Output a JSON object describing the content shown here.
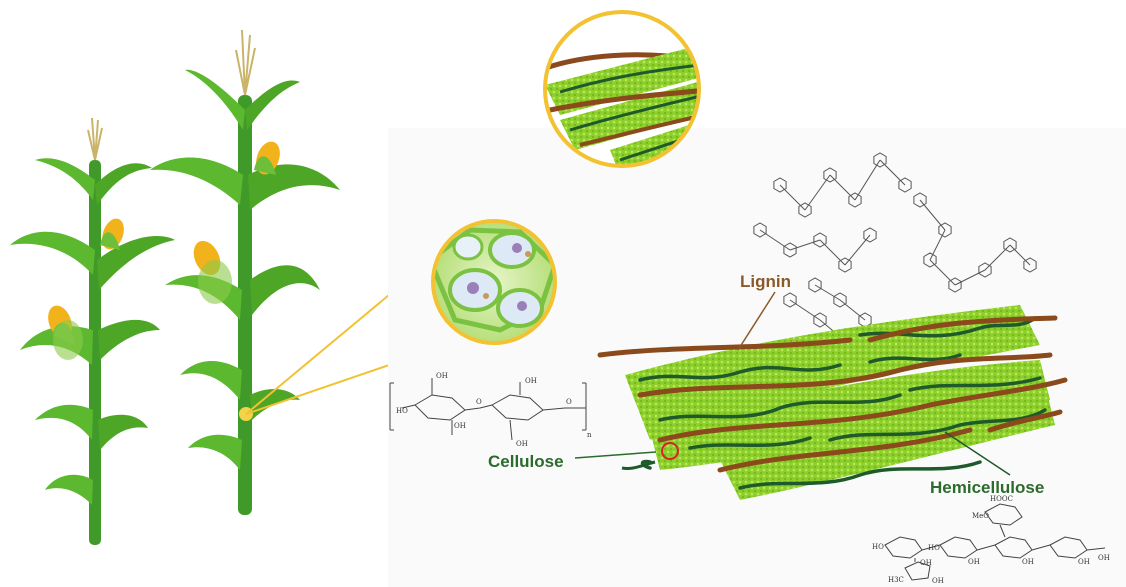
{
  "labels": {
    "lignin": "Lignin",
    "cellulose": "Cellulose",
    "hemicellulose": "Hemicellulose"
  },
  "chem": {
    "cellulose_groups": [
      "OH",
      "HO",
      "O",
      "OH",
      "OH",
      "OH",
      "O",
      "n"
    ],
    "hemicellulose_groups": [
      "HOOC",
      "MeO",
      "HO",
      "OH",
      "HO",
      "OH",
      "OH",
      "OH",
      "H3C",
      "OH",
      "OH"
    ]
  },
  "colors": {
    "label_brown": "#8a5a2b",
    "label_green": "#2d6a2d",
    "lignin_fiber": "#8b4a1c",
    "cellulose_green": "#8ccf2a",
    "hemi_dark": "#1f5a2a",
    "stalk_green": "#3f9a2a",
    "leaf_green": "#5cb82e",
    "corn_yellow": "#f2b21c",
    "zoom_ring": "#f2c233"
  },
  "icons": [
    "corn-plant-icon",
    "plant-cell-icon",
    "fiber-bundle-icon",
    "lignin-structure-icon"
  ]
}
